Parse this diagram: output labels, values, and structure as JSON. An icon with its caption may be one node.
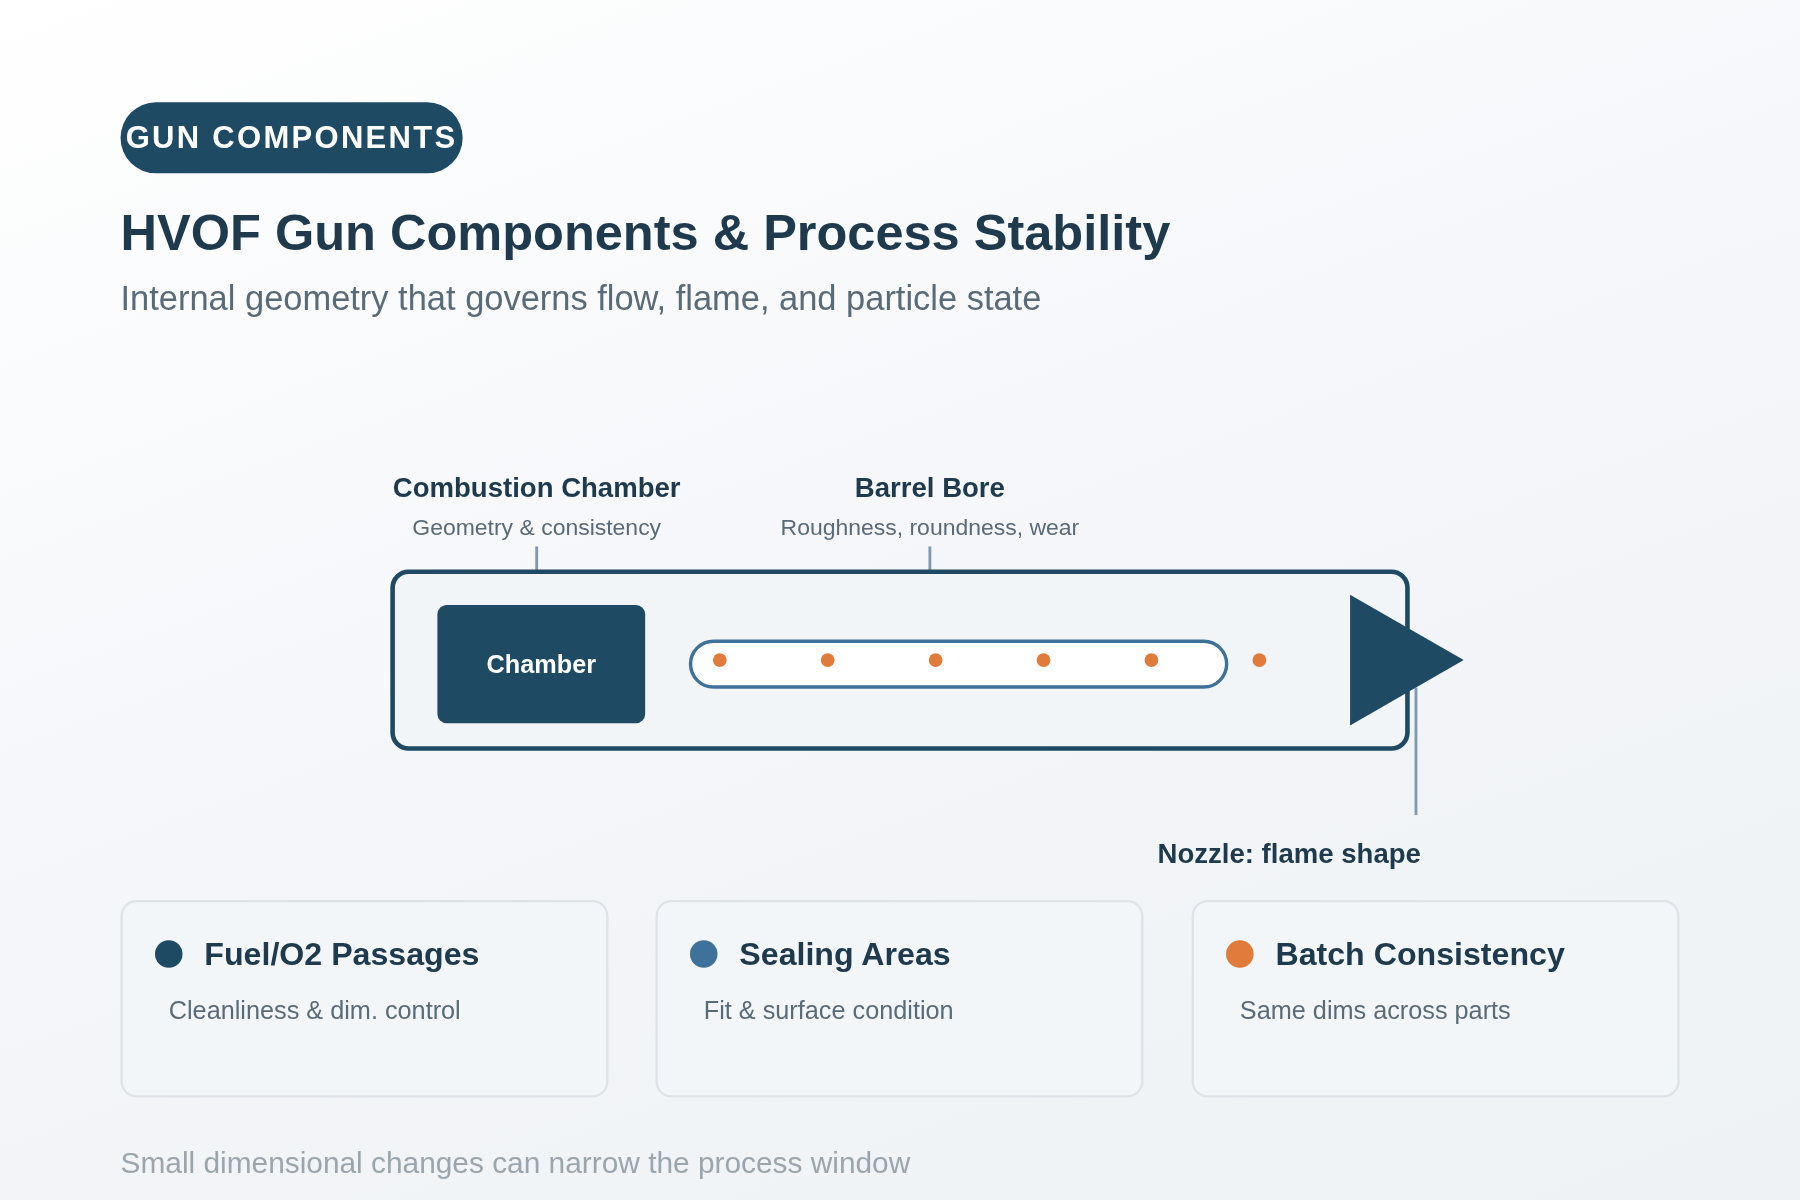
{
  "diagram": {
    "title": "HVOF Gun Components & Process Stability",
    "nodes": [
      {
        "text": [],
        "shape": "box"
      },
      {
        "text": [
          "Chamber"
        ],
        "in": 0
      },
      {
        "text": [],
        "shape": "bar",
        "in": 0
      },
      {
        "text": [],
        "shape": "triangle"
      },
      {
        "text": [
          "Combustion Chamber",
          "Geometry & consistency"
        ]
      },
      {
        "text": [
          "Barrel Bore",
          "Roughness, roundness, wear"
        ]
      },
      {
        "text": [
          "Nozzle: flame shape"
        ]
      },
      {
        "text": [
          "Fuel/O2 Passages",
          "Cleanliness & dim. control"
        ]
      },
      {
        "text": [
          "Sealing Areas",
          "Fit & surface condition"
        ]
      },
      {
        "text": [
          "Batch Consistency",
          "Same dims across parts"
        ]
      }
    ],
    "edges": [
      {
        "from": 4,
        "to": 1,
        "arrow": "none"
      },
      {
        "from": 5,
        "to": 2,
        "arrow": "none"
      },
      {
        "from": 6,
        "to": 3,
        "arrow": "none"
      }
    ],
    "labels": [
      "GUN COMPONENTS",
      "Internal geometry that governs flow, flame, and particle state",
      "Small dimensional changes can narrow the process window"
    ]
  }
}
